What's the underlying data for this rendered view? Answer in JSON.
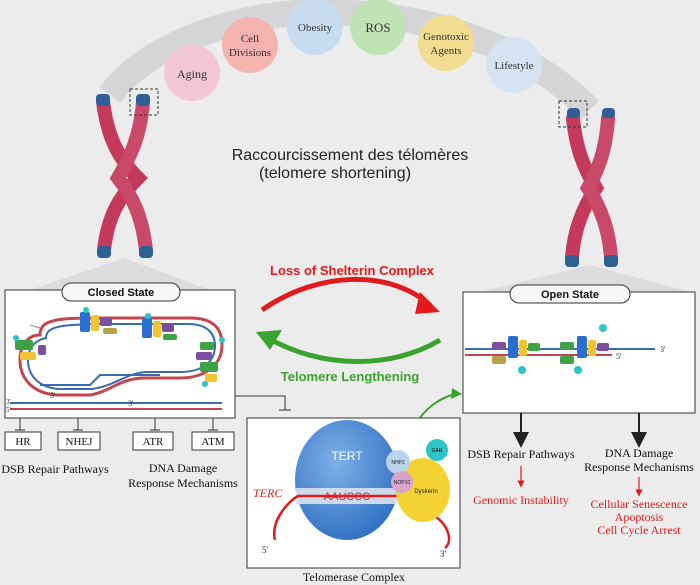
{
  "title": {
    "line1": "Raccourcissement des télomères",
    "line2": "(telomere shortening)"
  },
  "factors": [
    {
      "label": "Aging",
      "color": "#f2c6d6"
    },
    {
      "label": "Cell Divisions",
      "color": "#f4b3ae"
    },
    {
      "label": "Obesity",
      "color": "#c7dbf1"
    },
    {
      "label": "ROS",
      "color": "#bfe3b4"
    },
    {
      "label": "Genotoxic Agents",
      "color": "#f1dc8f"
    },
    {
      "label": "Lifestyle",
      "color": "#d5e2f2"
    }
  ],
  "arrows": {
    "loss": "Loss of Shelterin Complex",
    "lengthening": "Telomere Lengthening",
    "loss_color": "#e11b1b",
    "lengthening_color": "#3aa22e"
  },
  "closed": {
    "header": "Closed State",
    "strand_5": "5'",
    "strand_3": "3'",
    "left_5": "5'",
    "left_3": "3'",
    "repair": {
      "hr": "HR",
      "nhej": "NHEJ",
      "caption": "DSB Repair Pathways"
    },
    "damage": {
      "atr": "ATR",
      "atm": "ATM",
      "caption_l1": "DNA Damage",
      "caption_l2": "Response Mechanisms"
    }
  },
  "open": {
    "header": "Open State",
    "strand_3": "3'",
    "strand_5": "5'",
    "left_out": {
      "label": "DSB Repair Pathways",
      "effect": "Genomic Instability"
    },
    "right_out": {
      "label_l1": "DNA Damage",
      "label_l2": "Response Mechanisms",
      "effects": [
        "Cellular Senescence",
        "Apoptosis",
        "Cell Cycle Arrest"
      ]
    }
  },
  "telomerase": {
    "caption": "Telomerase Complex",
    "tert": "TERT",
    "template": "AAUCCC",
    "terc": "TERC",
    "five": "5'",
    "three": "3'",
    "nhp2": "NHP2",
    "nop10": "NOP10",
    "dyskerin": "Dyskerin",
    "gar": "GAR"
  }
}
